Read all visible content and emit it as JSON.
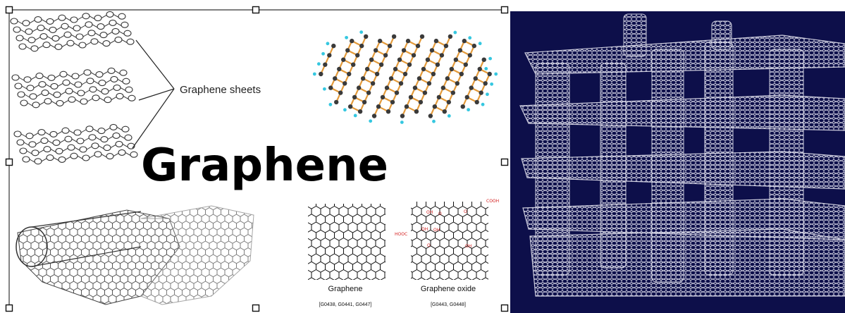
{
  "left_panel": {
    "title": "Graphene",
    "sheets_label": "Graphene sheets",
    "graphene_caption": "Graphene",
    "graphene_codes": "[G0438, G0441, G0447]",
    "oxide_caption": "Graphene oxide",
    "oxide_codes": "[G0443, G0448]",
    "oxide_labels": {
      "cooh": "COOH",
      "hooc": "HOOC",
      "oh": "OH",
      "o": "O"
    }
  },
  "colors": {
    "frame_bg": "#ffffff",
    "lattice_orange": "#e39a3a",
    "atom_dark": "#3a3a3a",
    "hydrogen": "#35c7e0",
    "oxide_red": "#d42020",
    "pillared_bg": "#0d0f4a",
    "pillared_mesh": "#d8d8e8"
  },
  "icons": [
    "selection-handle-icon",
    "hexagon-lattice-icon"
  ]
}
